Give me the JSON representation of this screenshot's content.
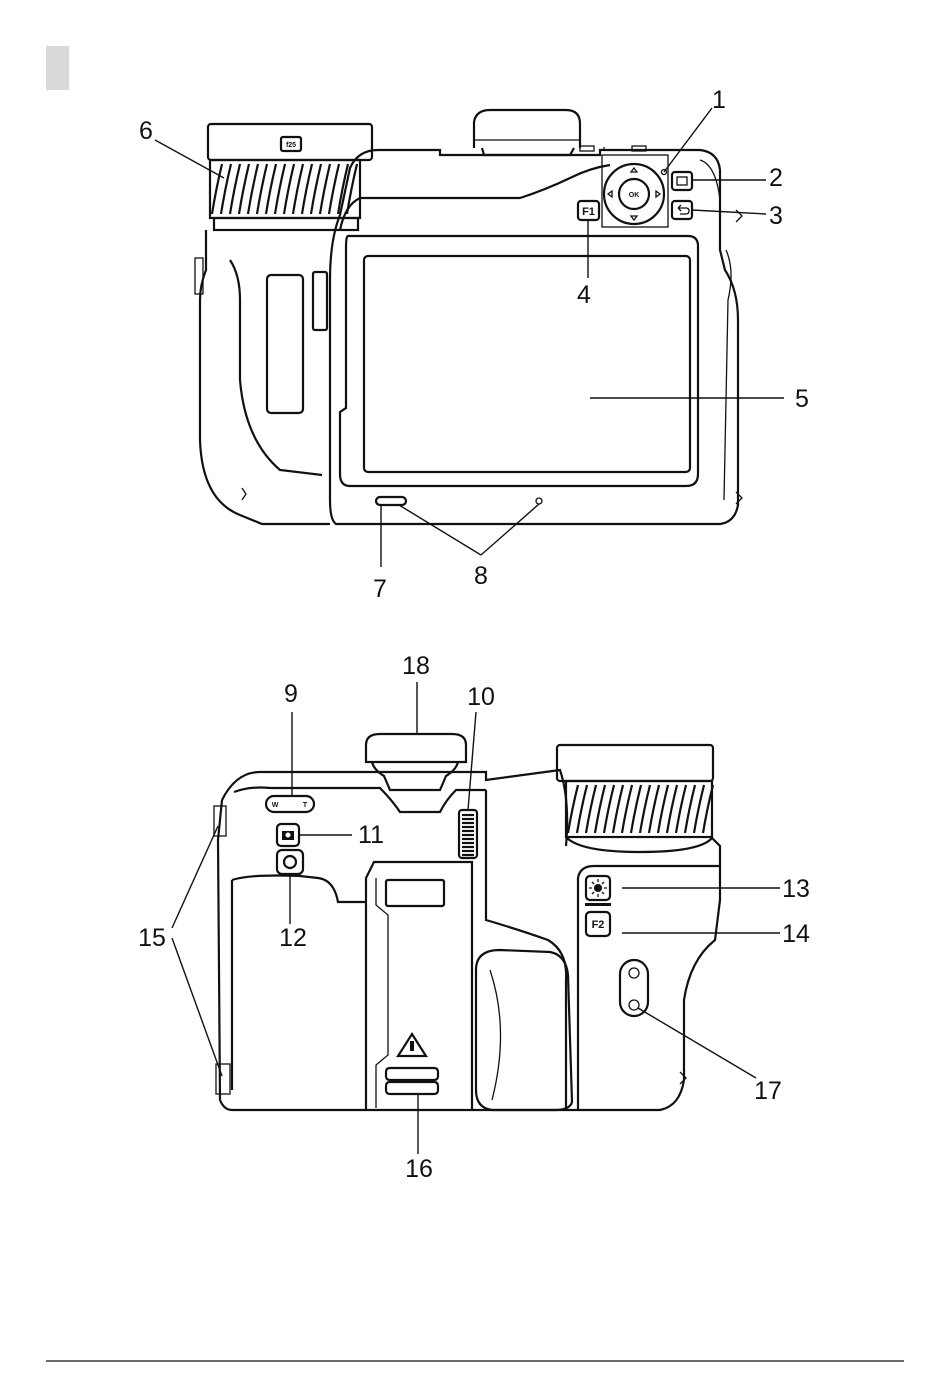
{
  "callouts_front": [
    {
      "n": "1",
      "text": "1"
    },
    {
      "n": "2",
      "text": "2"
    },
    {
      "n": "3",
      "text": "3"
    },
    {
      "n": "4",
      "text": "4"
    },
    {
      "n": "5",
      "text": "5"
    },
    {
      "n": "6",
      "text": "6"
    },
    {
      "n": "7",
      "text": "7"
    },
    {
      "n": "8",
      "text": "8"
    }
  ],
  "callouts_back": [
    {
      "n": "9",
      "text": "9"
    },
    {
      "n": "10",
      "text": "10"
    },
    {
      "n": "11",
      "text": "11"
    },
    {
      "n": "12",
      "text": "12"
    },
    {
      "n": "13",
      "text": "13"
    },
    {
      "n": "14",
      "text": "14"
    },
    {
      "n": "15",
      "text": "15"
    },
    {
      "n": "16",
      "text": "16"
    },
    {
      "n": "17",
      "text": "17"
    },
    {
      "n": "18",
      "text": "18"
    }
  ],
  "button_labels": {
    "lens": "f25",
    "ok": "OK",
    "f1": "F1",
    "f2": "F2",
    "zoom_w": "W",
    "zoom_t": "T"
  },
  "colors": {
    "ink": "#111111",
    "paper": "#ffffff",
    "marker": "#d9d9d9"
  }
}
